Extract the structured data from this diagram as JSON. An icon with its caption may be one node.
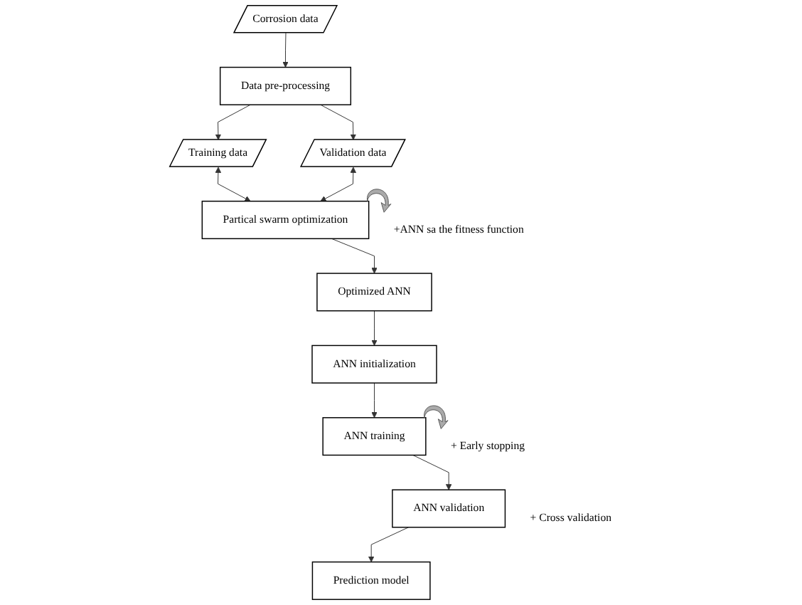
{
  "diagram": {
    "nodes": [
      {
        "text": [
          "Corrosion data"
        ]
      },
      {
        "text": [
          "Data pre-processing"
        ]
      },
      {
        "text": [
          "Training data"
        ]
      },
      {
        "text": [
          "Validation data"
        ]
      },
      {
        "text": [
          "Partical swarm optimization"
        ],
        "beside": [
          "+ANN sa the fitness function"
        ]
      },
      {
        "text": [
          "Optimized ANN"
        ]
      },
      {
        "text": [
          "ANN initialization"
        ]
      },
      {
        "text": [
          "ANN training"
        ],
        "beside": [
          "+ Early stopping"
        ]
      },
      {
        "text": [
          "ANN validation"
        ],
        "beside": [
          "+ Cross validation"
        ]
      },
      {
        "text": [
          "Prediction model"
        ]
      }
    ],
    "edges": [
      {
        "from": 0,
        "to": 1,
        "arrow": "to"
      },
      {
        "from": 1,
        "to": 2,
        "arrow": "to"
      },
      {
        "from": 1,
        "to": 3,
        "arrow": "to"
      },
      {
        "from": 2,
        "to": 4,
        "arrow": "both"
      },
      {
        "from": 3,
        "to": 4,
        "arrow": "both"
      },
      {
        "from": 4,
        "to": 5,
        "arrow": "to"
      },
      {
        "from": 5,
        "to": 6,
        "arrow": "to"
      },
      {
        "from": 6,
        "to": 7,
        "arrow": "to"
      },
      {
        "from": 7,
        "to": 8,
        "arrow": "to"
      },
      {
        "from": 8,
        "to": 9,
        "arrow": "to"
      }
    ]
  }
}
